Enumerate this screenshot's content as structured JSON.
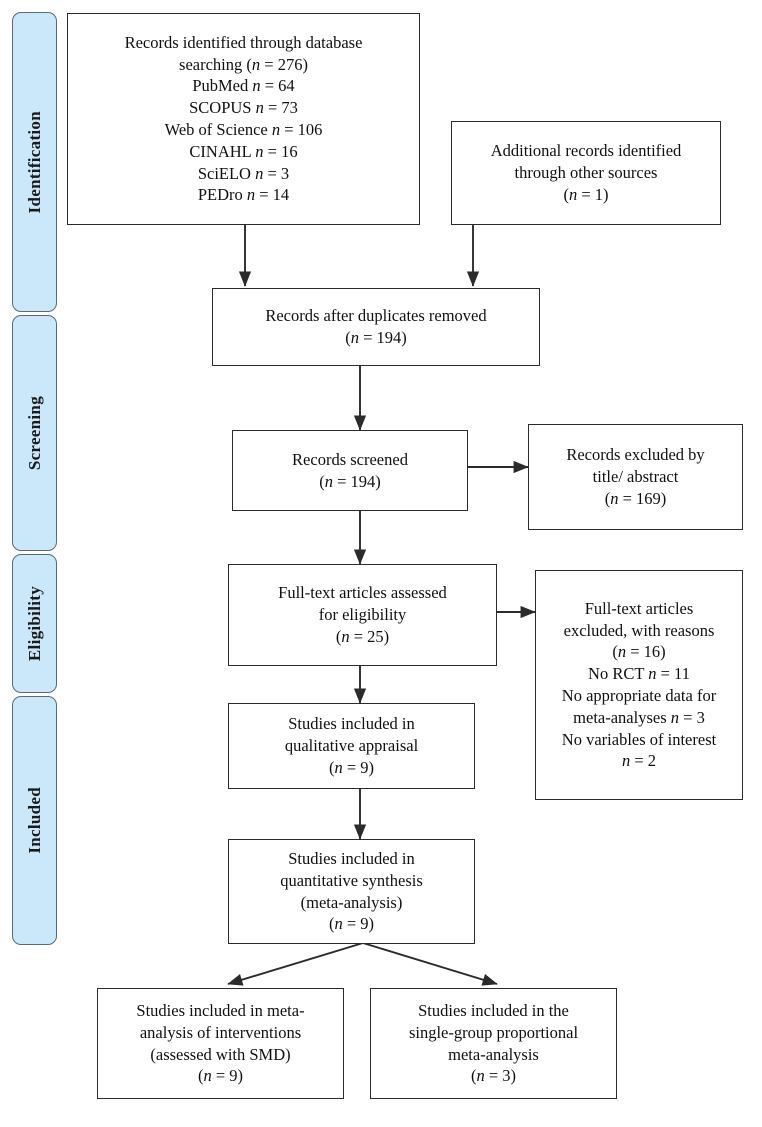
{
  "diagram": {
    "title": "PRISMA flow diagram",
    "type": "prisma-flowchart",
    "accent_color": "#cbe8fb",
    "line_color": "#2b2b2b"
  },
  "stages": [
    {
      "id": "identification",
      "label": "Identification"
    },
    {
      "id": "screening",
      "label": "Screening"
    },
    {
      "id": "eligibility",
      "label": "Eligibility"
    },
    {
      "id": "included",
      "label": "Included"
    }
  ],
  "nodes": {
    "database_search": {
      "name": "records-identified-database",
      "text": "Records identified through database\nsearching (n = 276)\nPubMed n = 64\nSCOPUS n = 73\nWeb of Science n = 106\nCINAHL n = 16\nSciELO n = 3\nPEDro n = 14",
      "count": 276,
      "sources": [
        {
          "label": "PubMed",
          "n": 64
        },
        {
          "label": "SCOPUS",
          "n": 73
        },
        {
          "label": "Web of Science",
          "n": 106
        },
        {
          "label": "CINAHL",
          "n": 16
        },
        {
          "label": "SciELO",
          "n": 3
        },
        {
          "label": "PEDro",
          "n": 14
        }
      ]
    },
    "other_sources": {
      "name": "additional-records-other-sources",
      "text": "Additional records identified\nthrough other sources\n(n = 1)",
      "count": 1
    },
    "duplicates_removed": {
      "name": "records-after-duplicates-removed",
      "text": "Records after duplicates removed\n(n = 194)",
      "count": 194
    },
    "records_screened": {
      "name": "records-screened",
      "text": "Records screened\n(n = 194)",
      "count": 194
    },
    "records_excluded": {
      "name": "records-excluded-title-abstract",
      "text": "Records excluded by\ntitle/ abstract\n(n = 169)",
      "count": 169
    },
    "fulltext_assessed": {
      "name": "fulltext-articles-assessed",
      "text": "Full-text articles assessed\nfor eligibility\n(n = 25)",
      "count": 25
    },
    "fulltext_excluded": {
      "name": "fulltext-articles-excluded",
      "text": "Full-text articles\nexcluded, with reasons\n(n = 16)\nNo RCT n = 11\nNo appropriate data for\nmeta-analyses n = 3\nNo variables of interest\nn = 2",
      "count": 16,
      "reasons": [
        {
          "label": "No RCT",
          "n": 11
        },
        {
          "label": "No appropriate data for meta-analyses",
          "n": 3
        },
        {
          "label": "No variables of interest",
          "n": 2
        }
      ]
    },
    "qualitative": {
      "name": "studies-included-qualitative",
      "text": "Studies included in\nqualitative appraisal\n(n = 9)",
      "count": 9
    },
    "quantitative": {
      "name": "studies-included-quantitative",
      "text": "Studies included in\nquantitative synthesis\n(meta-analysis)\n(n = 9)",
      "count": 9
    },
    "meta_interventions": {
      "name": "studies-meta-analysis-interventions",
      "text": "Studies included in meta-\nanalysis of interventions\n(assessed with SMD)\n(n = 9)",
      "count": 9
    },
    "meta_single_group": {
      "name": "studies-single-group-proportional",
      "text": "Studies included in the\nsingle-group proportional\nmeta-analysis\n(n = 3)",
      "count": 3
    }
  }
}
